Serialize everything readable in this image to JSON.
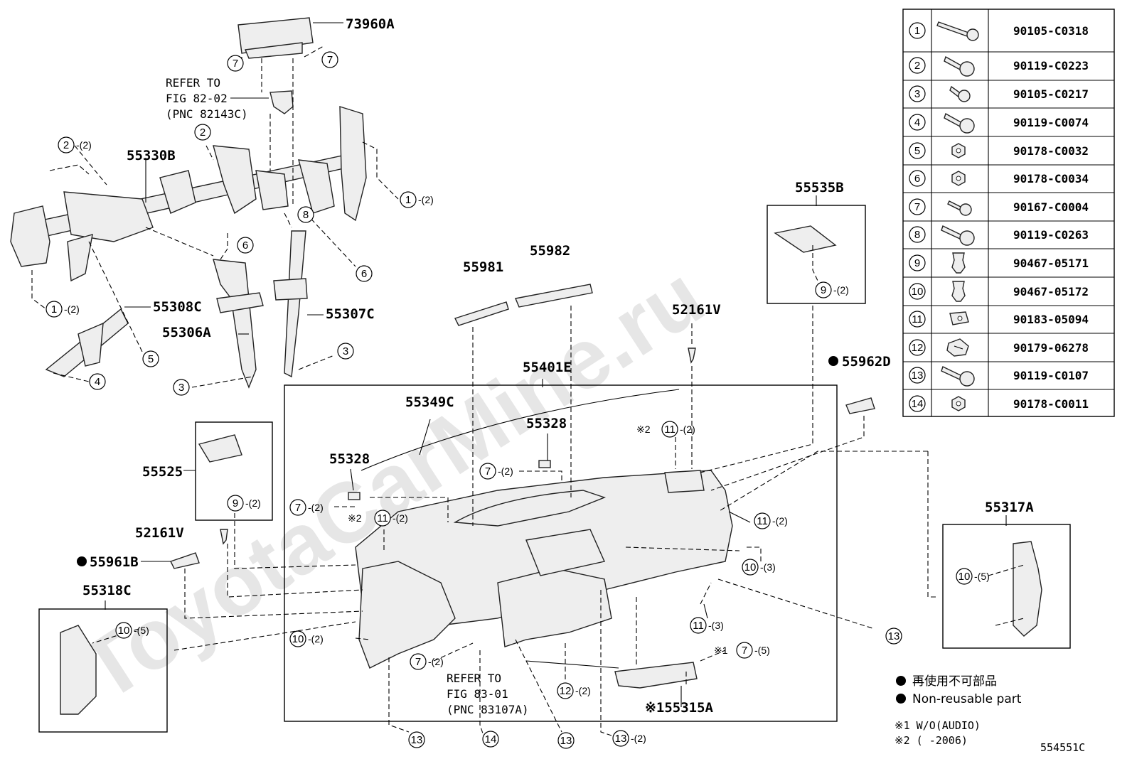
{
  "watermark": "ToyotaCarMine.ru",
  "diagram_code": "554551C",
  "part_labels": {
    "p73960A": "73960A",
    "p55330B": "55330B",
    "p55308C": "55308C",
    "p55306A": "55306A",
    "p55307C": "55307C",
    "p55535B": "55535B",
    "p55981": "55981",
    "p55982": "55982",
    "p52161V_a": "52161V",
    "p55962D": "55962D",
    "p55401E": "55401E",
    "p55349C": "55349C",
    "p55328_a": "55328",
    "p55328_b": "55328",
    "p55525": "55525",
    "p52161V_b": "52161V",
    "p55961B": "55961B",
    "p55318C": "55318C",
    "p55317A": "55317A",
    "p55315A": "※155315A"
  },
  "references": {
    "ref1": [
      "REFER TO",
      "FIG 82-02",
      "(PNC 82143C)"
    ],
    "ref2": [
      "REFER TO",
      "FIG 83-01",
      "(PNC 83107A)"
    ]
  },
  "callouts": [
    {
      "n": "7",
      "q": ""
    },
    {
      "n": "7",
      "q": ""
    },
    {
      "n": "2",
      "q": "-(2)"
    },
    {
      "n": "2",
      "q": ""
    },
    {
      "n": "1",
      "q": "-(2)"
    },
    {
      "n": "8",
      "q": ""
    },
    {
      "n": "6",
      "q": ""
    },
    {
      "n": "6",
      "q": ""
    },
    {
      "n": "1",
      "q": "-(2)"
    },
    {
      "n": "5",
      "q": ""
    },
    {
      "n": "4",
      "q": ""
    },
    {
      "n": "3",
      "q": ""
    },
    {
      "n": "3",
      "q": ""
    },
    {
      "n": "9",
      "q": "-(2)"
    },
    {
      "n": "11",
      "q": "-(2)",
      "pre": "※2"
    },
    {
      "n": "7",
      "q": "-(2)"
    },
    {
      "n": "7",
      "q": "-(2)"
    },
    {
      "n": "11",
      "q": "-(2)",
      "pre": "※2"
    },
    {
      "n": "9",
      "q": "-(2)"
    },
    {
      "n": "11",
      "q": "-(2)"
    },
    {
      "n": "10",
      "q": "-(3)"
    },
    {
      "n": "10",
      "q": "-(5)"
    },
    {
      "n": "10",
      "q": "-(5)"
    },
    {
      "n": "10",
      "q": "-(2)"
    },
    {
      "n": "11",
      "q": "-(3)"
    },
    {
      "n": "7",
      "q": "-(2)"
    },
    {
      "n": "7",
      "q": "-(5)",
      "pre": "※1"
    },
    {
      "n": "12",
      "q": "-(2)"
    },
    {
      "n": "13",
      "q": ""
    },
    {
      "n": "13",
      "q": ""
    },
    {
      "n": "14",
      "q": ""
    },
    {
      "n": "13",
      "q": ""
    },
    {
      "n": "13",
      "q": "-(2)"
    }
  ],
  "fastener_table": [
    {
      "n": "1",
      "part": "90105-C0318",
      "icon": "long-bolt-icon"
    },
    {
      "n": "2",
      "part": "90119-C0223",
      "icon": "flange-bolt-icon"
    },
    {
      "n": "3",
      "part": "90105-C0217",
      "icon": "short-bolt-icon"
    },
    {
      "n": "4",
      "part": "90119-C0074",
      "icon": "flange-bolt-icon"
    },
    {
      "n": "5",
      "part": "90178-C0032",
      "icon": "nut-icon"
    },
    {
      "n": "6",
      "part": "90178-C0034",
      "icon": "nut-icon"
    },
    {
      "n": "7",
      "part": "90167-C0004",
      "icon": "screw-icon"
    },
    {
      "n": "8",
      "part": "90119-C0263",
      "icon": "flange-bolt-icon"
    },
    {
      "n": "9",
      "part": "90467-05171",
      "icon": "clip-icon"
    },
    {
      "n": "10",
      "part": "90467-05172",
      "icon": "clip-icon"
    },
    {
      "n": "11",
      "part": "90183-05094",
      "icon": "u-nut-icon"
    },
    {
      "n": "12",
      "part": "90179-06278",
      "icon": "retainer-icon"
    },
    {
      "n": "13",
      "part": "90119-C0107",
      "icon": "flange-bolt-icon"
    },
    {
      "n": "14",
      "part": "90178-C0011",
      "icon": "nut-icon"
    }
  ],
  "legend": {
    "jp": "再使用不可部品",
    "en": "Non-reusable part",
    "note1": "※1 W/O(AUDIO)",
    "note2": "※2 (      -2006)"
  }
}
